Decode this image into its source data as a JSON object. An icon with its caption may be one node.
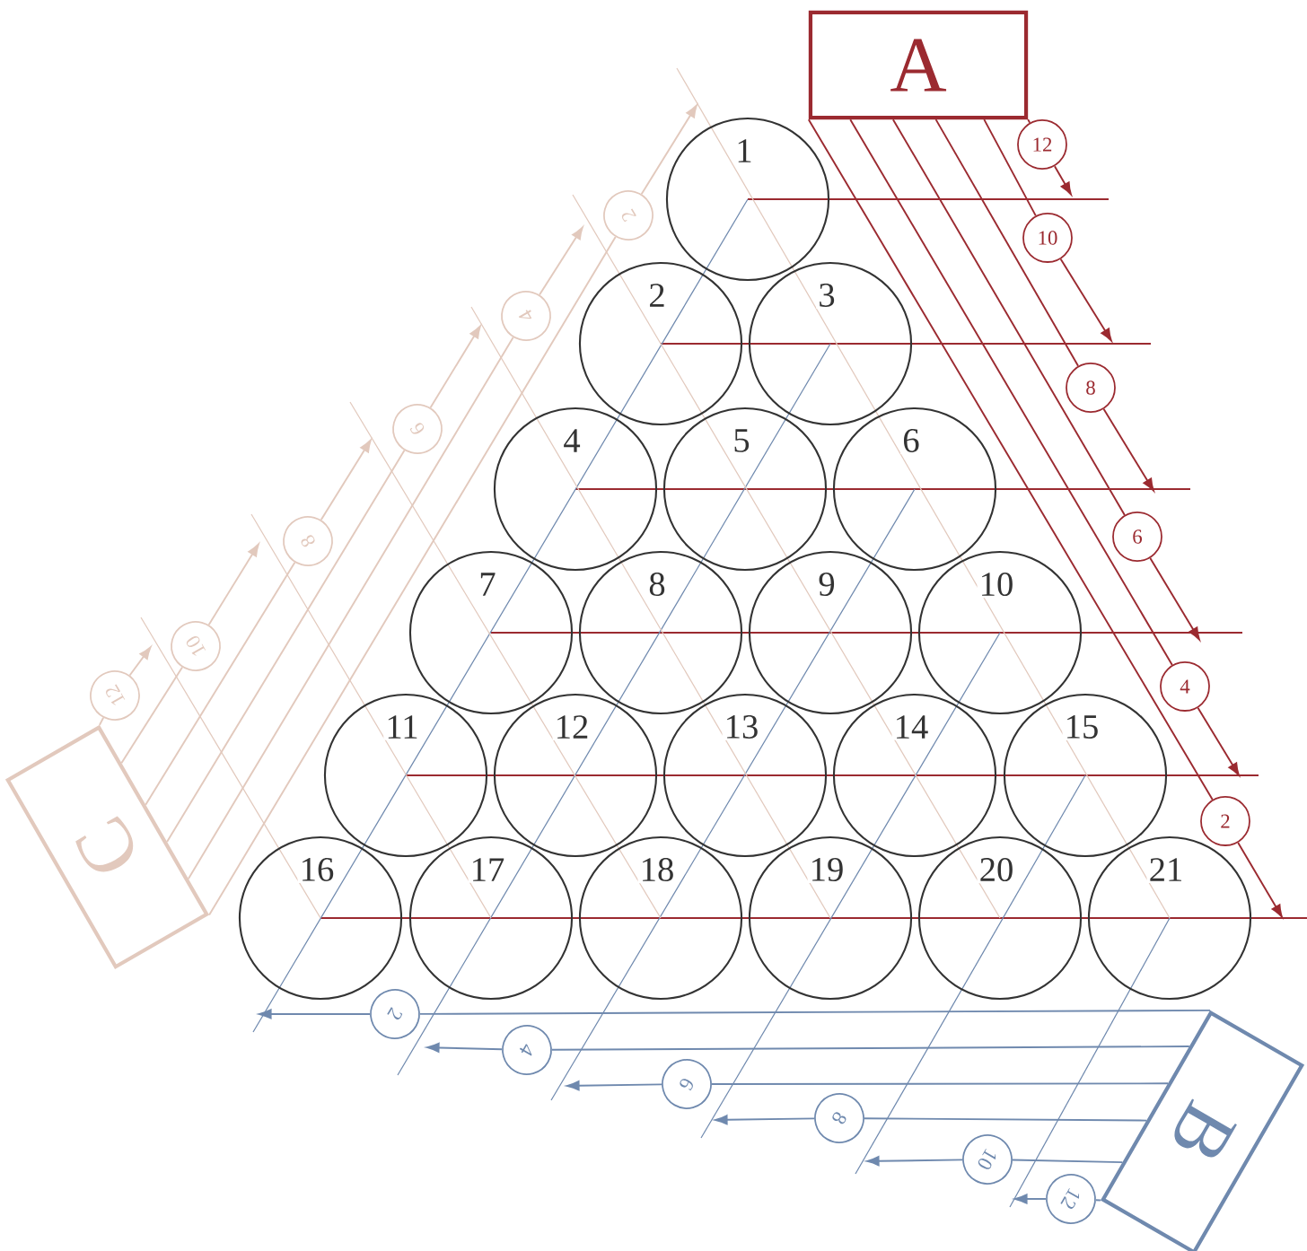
{
  "diagram": {
    "nodes": [
      {
        "text": [
          "A"
        ]
      },
      {
        "text": [
          "12"
        ]
      },
      {
        "text": [
          "10"
        ]
      },
      {
        "text": [
          "8"
        ]
      },
      {
        "text": [
          "6"
        ]
      },
      {
        "text": [
          "4"
        ]
      },
      {
        "text": [
          "2"
        ]
      },
      {
        "text": [
          "1"
        ]
      },
      {
        "text": [
          "2"
        ]
      },
      {
        "text": [
          "3"
        ]
      },
      {
        "text": [
          "4"
        ]
      },
      {
        "text": [
          "5"
        ]
      },
      {
        "text": [
          "6"
        ]
      },
      {
        "text": [
          "7"
        ]
      },
      {
        "text": [
          "8"
        ]
      },
      {
        "text": [
          "9"
        ]
      },
      {
        "text": [
          "10"
        ]
      },
      {
        "text": [
          "11"
        ]
      },
      {
        "text": [
          "12"
        ]
      },
      {
        "text": [
          "13"
        ]
      },
      {
        "text": [
          "14"
        ]
      },
      {
        "text": [
          "15"
        ]
      },
      {
        "text": [
          "16"
        ]
      },
      {
        "text": [
          "17"
        ]
      },
      {
        "text": [
          "18"
        ]
      },
      {
        "text": [
          "19"
        ]
      },
      {
        "text": [
          "20"
        ]
      },
      {
        "text": [
          "21"
        ]
      },
      {
        "text": [
          "C"
        ]
      },
      {
        "text": [
          "12"
        ]
      },
      {
        "text": [
          "10"
        ]
      },
      {
        "text": [
          "8"
        ]
      },
      {
        "text": [
          "6"
        ]
      },
      {
        "text": [
          "4"
        ]
      },
      {
        "text": [
          "2"
        ]
      },
      {
        "text": [
          "B"
        ]
      },
      {
        "text": [
          "2"
        ]
      },
      {
        "text": [
          "4"
        ]
      },
      {
        "text": [
          "6"
        ]
      },
      {
        "text": [
          "8"
        ]
      },
      {
        "text": [
          "10"
        ]
      },
      {
        "text": [
          "12"
        ]
      }
    ],
    "edges": [
      {
        "from": 0,
        "to": 1,
        "arrow": "none",
        "color": "#9b2a30"
      },
      {
        "from": 1,
        "to": null,
        "arrow": "to",
        "color": "#9b2a30"
      },
      {
        "from": 0,
        "to": 2,
        "arrow": "none",
        "color": "#9b2a30"
      },
      {
        "from": 2,
        "to": null,
        "arrow": "to",
        "color": "#9b2a30"
      },
      {
        "from": 0,
        "to": 3,
        "arrow": "none",
        "color": "#9b2a30"
      },
      {
        "from": 3,
        "to": null,
        "arrow": "to",
        "color": "#9b2a30"
      },
      {
        "from": 0,
        "to": 4,
        "arrow": "none",
        "color": "#9b2a30"
      },
      {
        "from": 4,
        "to": null,
        "arrow": "to",
        "color": "#9b2a30"
      },
      {
        "from": 0,
        "to": 5,
        "arrow": "none",
        "color": "#9b2a30"
      },
      {
        "from": 5,
        "to": null,
        "arrow": "to",
        "color": "#9b2a30"
      },
      {
        "from": 0,
        "to": 6,
        "arrow": "none",
        "color": "#9b2a30"
      },
      {
        "from": 6,
        "to": null,
        "arrow": "to",
        "color": "#9b2a30"
      },
      {
        "from": 28,
        "to": 29,
        "arrow": "none",
        "color": "#e2c9bd"
      },
      {
        "from": 29,
        "to": null,
        "arrow": "to",
        "color": "#e2c9bd"
      },
      {
        "from": 28,
        "to": 30,
        "arrow": "none",
        "color": "#e2c9bd"
      },
      {
        "from": 30,
        "to": null,
        "arrow": "to",
        "color": "#e2c9bd"
      },
      {
        "from": 28,
        "to": 31,
        "arrow": "none",
        "color": "#e2c9bd"
      },
      {
        "from": 31,
        "to": null,
        "arrow": "to",
        "color": "#e2c9bd"
      },
      {
        "from": 28,
        "to": 32,
        "arrow": "none",
        "color": "#e2c9bd"
      },
      {
        "from": 32,
        "to": null,
        "arrow": "to",
        "color": "#e2c9bd"
      },
      {
        "from": 28,
        "to": 33,
        "arrow": "none",
        "color": "#e2c9bd"
      },
      {
        "from": 33,
        "to": null,
        "arrow": "to",
        "color": "#e2c9bd"
      },
      {
        "from": 28,
        "to": 34,
        "arrow": "none",
        "color": "#e2c9bd"
      },
      {
        "from": 34,
        "to": null,
        "arrow": "to",
        "color": "#e2c9bd"
      },
      {
        "from": 35,
        "to": 36,
        "arrow": "none",
        "color": "#6f89ae"
      },
      {
        "from": 36,
        "to": null,
        "arrow": "to",
        "color": "#6f89ae"
      },
      {
        "from": 35,
        "to": 37,
        "arrow": "none",
        "color": "#6f89ae"
      },
      {
        "from": 37,
        "to": null,
        "arrow": "to",
        "color": "#6f89ae"
      },
      {
        "from": 35,
        "to": 38,
        "arrow": "none",
        "color": "#6f89ae"
      },
      {
        "from": 38,
        "to": null,
        "arrow": "to",
        "color": "#6f89ae"
      },
      {
        "from": 35,
        "to": 39,
        "arrow": "none",
        "color": "#6f89ae"
      },
      {
        "from": 39,
        "to": null,
        "arrow": "to",
        "color": "#6f89ae"
      },
      {
        "from": 35,
        "to": 40,
        "arrow": "none",
        "color": "#6f89ae"
      },
      {
        "from": 40,
        "to": null,
        "arrow": "to",
        "color": "#6f89ae"
      },
      {
        "from": 35,
        "to": 41,
        "arrow": "none",
        "color": "#6f89ae"
      },
      {
        "from": 41,
        "to": null,
        "arrow": "to",
        "color": "#6f89ae"
      }
    ]
  }
}
